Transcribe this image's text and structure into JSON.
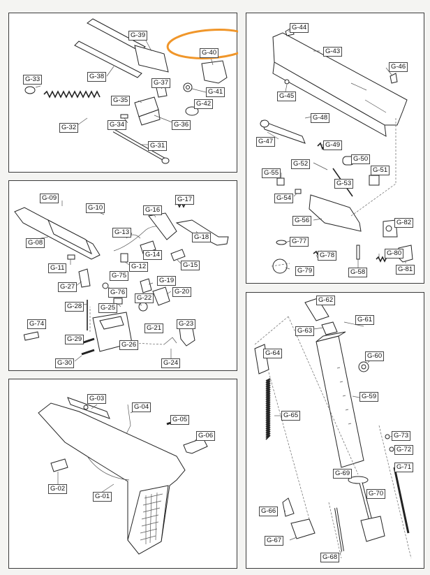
{
  "accent_color": "#f0962a",
  "panels": {
    "barrel": [
      "G-31",
      "G-32",
      "G-33",
      "G-34",
      "G-35",
      "G-36",
      "G-37",
      "G-38",
      "G-39",
      "G-40",
      "G-41",
      "G-42"
    ],
    "slide": [
      "G-43",
      "G-44",
      "G-45",
      "G-46",
      "G-47",
      "G-48",
      "G-49",
      "G-50",
      "G-51",
      "G-52",
      "G-53",
      "G-54",
      "G-55",
      "G-56",
      "G-58",
      "G-77",
      "G-78",
      "G-79",
      "G-80",
      "G-81",
      "G-82"
    ],
    "trigger": [
      "G-08",
      "G-09",
      "G-10",
      "G-11",
      "G-12",
      "G-13",
      "G-14",
      "G-15",
      "G-16",
      "G-17",
      "G-18",
      "G-19",
      "G-20",
      "G-21",
      "G-22",
      "G-23",
      "G-24",
      "G-25",
      "G-26",
      "G-27",
      "G-28",
      "G-29",
      "G-30",
      "G-74",
      "G-75",
      "G-76"
    ],
    "frame": [
      "G-01",
      "G-02",
      "G-03",
      "G-04",
      "G-05",
      "G-06"
    ],
    "magazine": [
      "G-59",
      "G-60",
      "G-61",
      "G-62",
      "G-63",
      "G-64",
      "G-65",
      "G-66",
      "G-67",
      "G-68",
      "G-69",
      "G-70",
      "G-71",
      "G-72",
      "G-73"
    ]
  }
}
